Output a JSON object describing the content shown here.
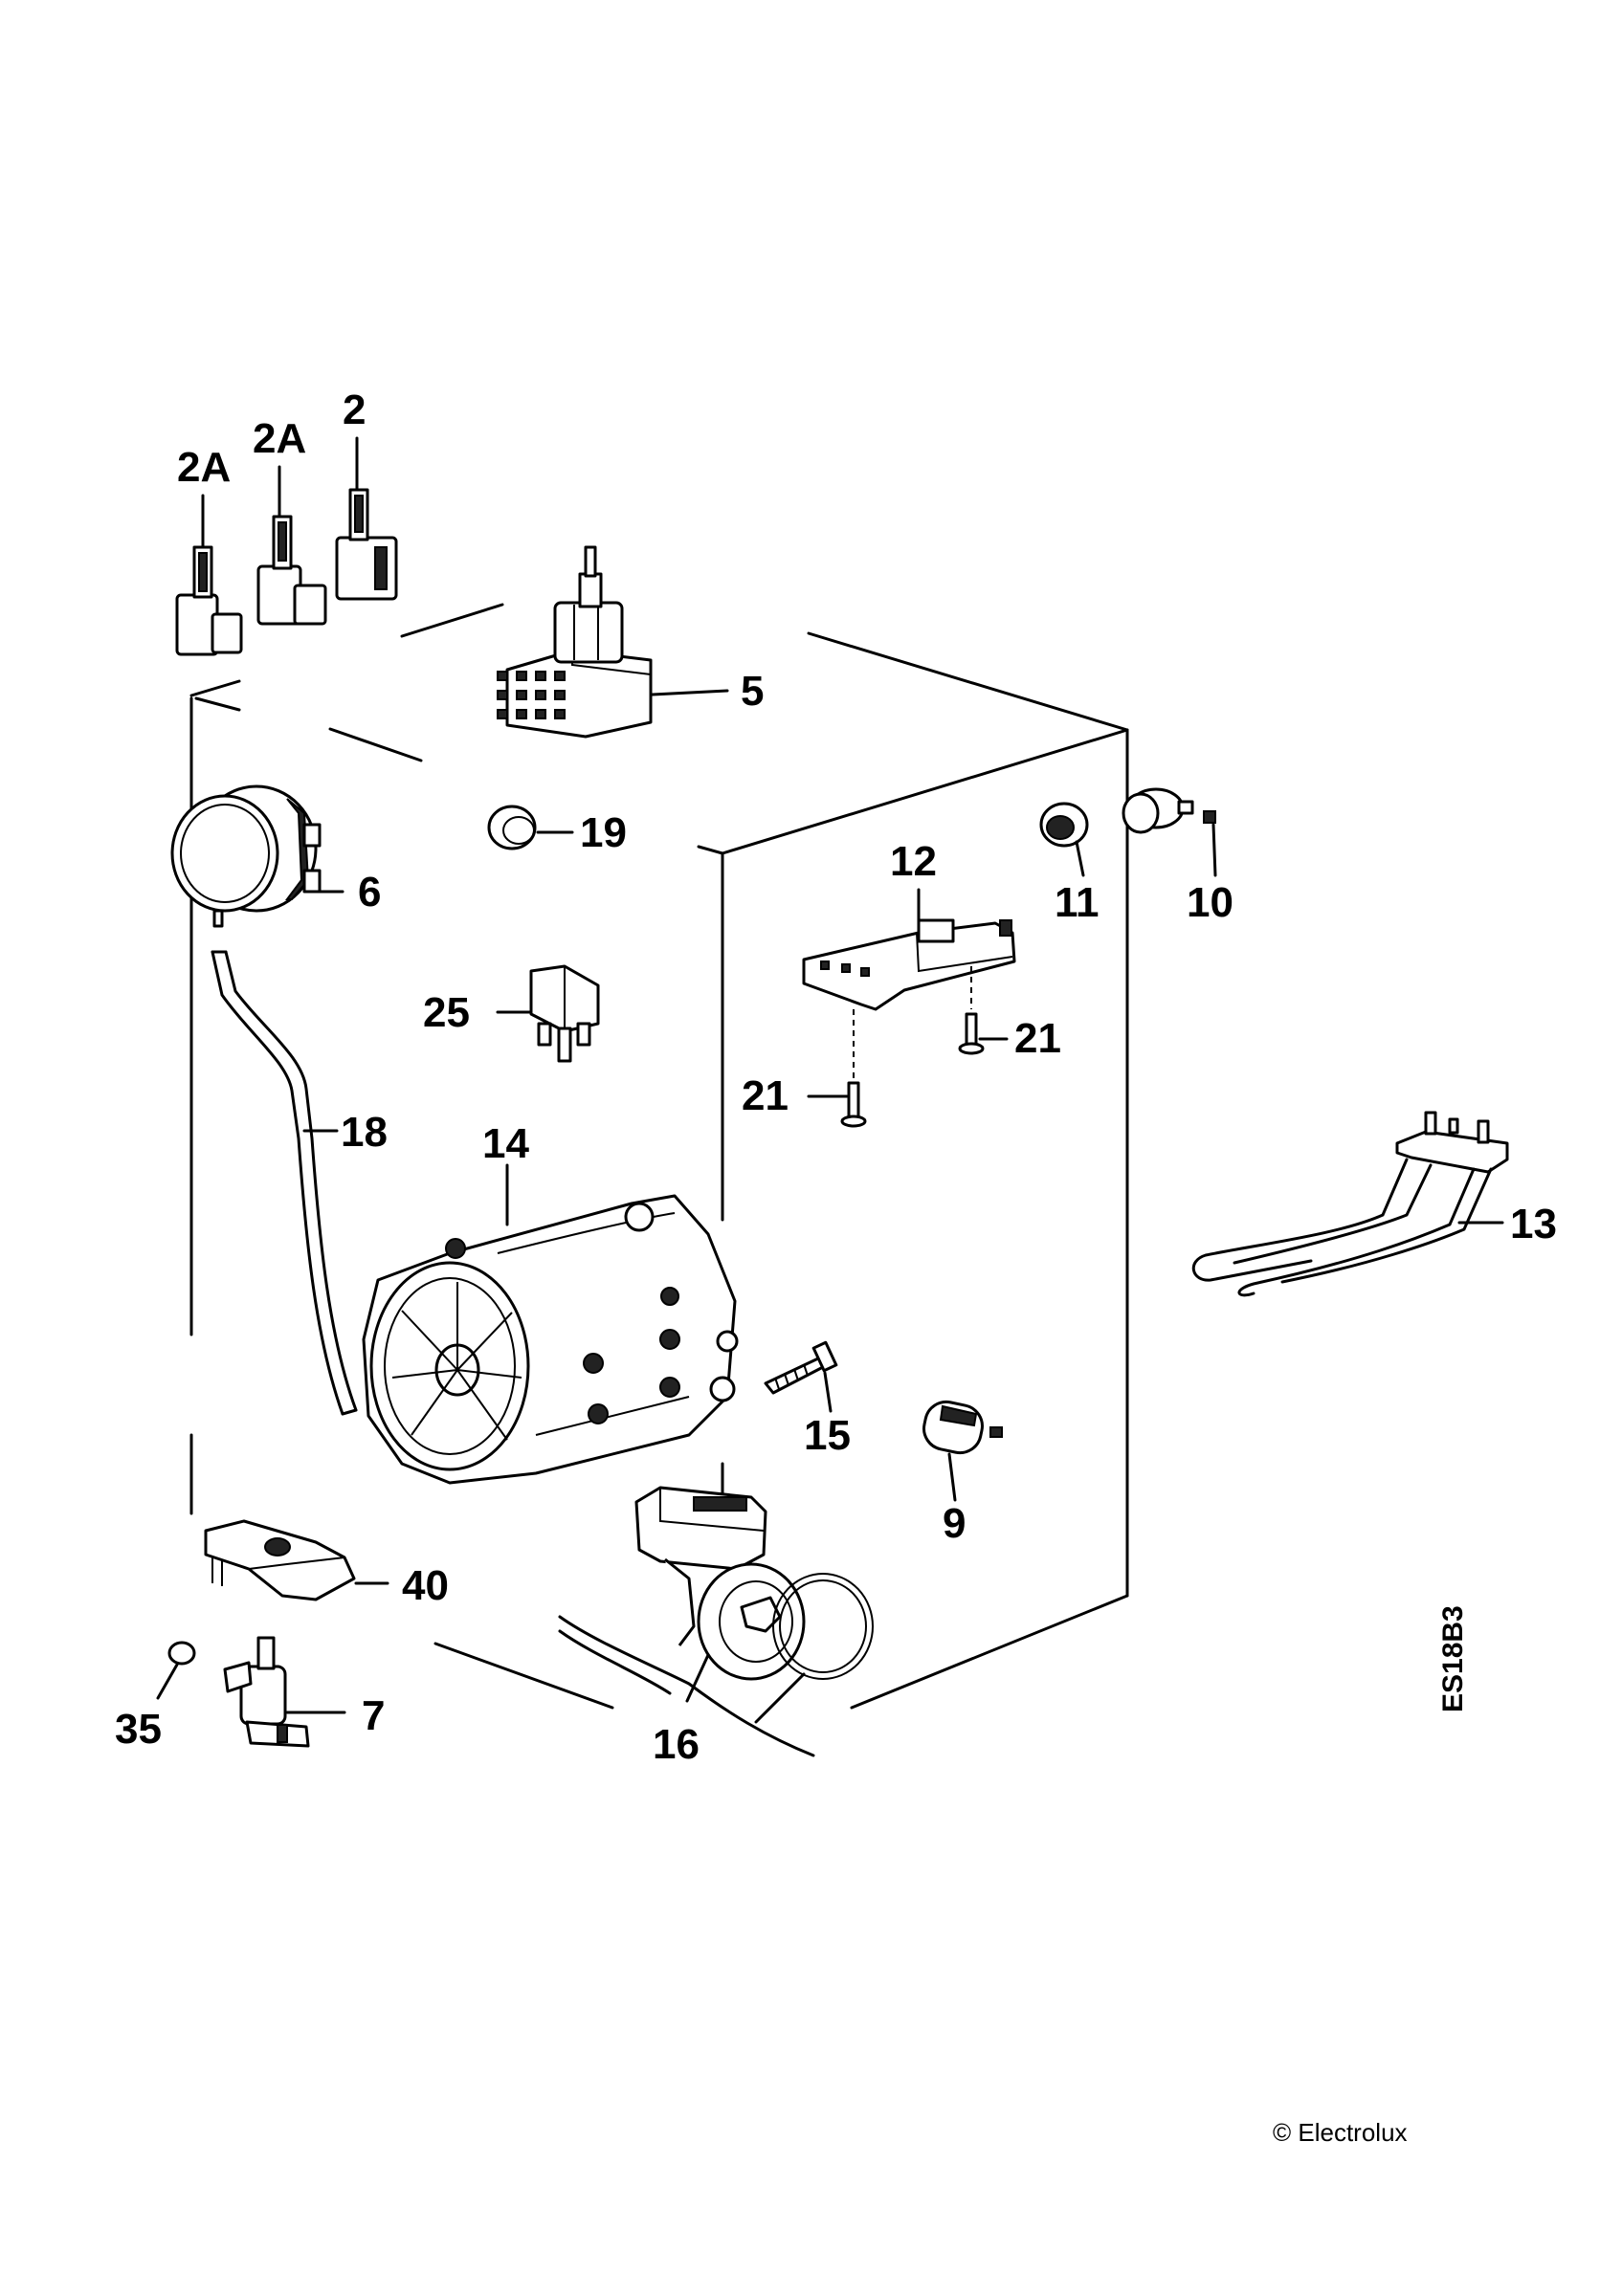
{
  "diagram": {
    "drawing_code": "ES18B3",
    "copyright": "© Electrolux",
    "callouts": [
      {
        "id": "2A-left",
        "text": "2A",
        "part": "push-button switch"
      },
      {
        "id": "2A-mid",
        "text": "2A",
        "part": "push-button switch"
      },
      {
        "id": "2",
        "text": "2",
        "part": "push-button switch"
      },
      {
        "id": "5",
        "text": "5",
        "part": "programme selector"
      },
      {
        "id": "6",
        "text": "6",
        "part": "door lock dial"
      },
      {
        "id": "19",
        "text": "19",
        "part": "grommet"
      },
      {
        "id": "12",
        "text": "12",
        "part": "door interlock"
      },
      {
        "id": "11",
        "text": "11",
        "part": "grommet"
      },
      {
        "id": "10",
        "text": "10",
        "part": "thermostat"
      },
      {
        "id": "25",
        "text": "25",
        "part": "suppressor"
      },
      {
        "id": "21-right",
        "text": "21",
        "part": "screw"
      },
      {
        "id": "21-left",
        "text": "21",
        "part": "screw"
      },
      {
        "id": "18",
        "text": "18",
        "part": "hose"
      },
      {
        "id": "14",
        "text": "14",
        "part": "motor"
      },
      {
        "id": "13",
        "text": "13",
        "part": "heating element"
      },
      {
        "id": "15",
        "text": "15",
        "part": "bolt"
      },
      {
        "id": "9",
        "text": "9",
        "part": "capacitor"
      },
      {
        "id": "40",
        "text": "40",
        "part": "bracket"
      },
      {
        "id": "35",
        "text": "35",
        "part": "clip"
      },
      {
        "id": "7",
        "text": "7",
        "part": "valve"
      },
      {
        "id": "16",
        "text": "16",
        "part": "drain pump"
      }
    ]
  }
}
